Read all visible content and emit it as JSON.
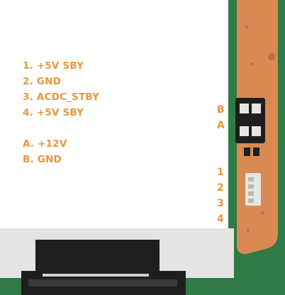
{
  "colors": {
    "label": "#e8963a",
    "pcb_orange": "#d98a52",
    "pcb_green": "#2f7a46",
    "connector_black": "#1e1e1e",
    "connector_white": "#e6e6e2"
  },
  "legend": {
    "numbered": [
      {
        "label": "1. +5V SBY"
      },
      {
        "label": "2. GND"
      },
      {
        "label": "3. ACDC_STBY"
      },
      {
        "label": "4. +5V SBY"
      }
    ],
    "lettered": [
      {
        "label": "A. +12V"
      },
      {
        "label": "B. GND"
      }
    ]
  },
  "markers": {
    "letters": [
      "B",
      "A"
    ],
    "numbers": [
      "1",
      "2",
      "3",
      "4"
    ]
  },
  "icons": [
    "power-connector-icon",
    "sata-connector-icon",
    "jst-connector-icon"
  ]
}
